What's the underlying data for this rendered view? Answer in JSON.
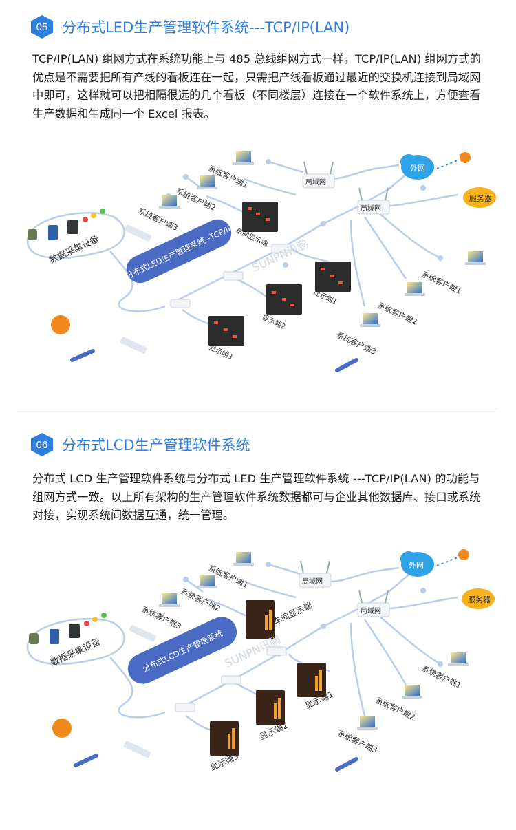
{
  "sections": [
    {
      "badge": "05",
      "title": "分布式LED生产管理软件系统---TCP/IP(LAN)",
      "paragraph": "TCP/IP(LAN) 组网方式在系统功能上与 485 总线组网方式一样，TCP/IP(LAN) 组网方式的优点是不需要把所有产线的看板连在一起，只需把产线看板通过最近的交换机连接到局域网中即可，这样就可以把相隔很远的几个看板（不同楼层）连接在一个软件系统上，方便查看生产数据和生成同一个 Excel 报表。",
      "diagram": {
        "data_collection": "数据采集设备",
        "center_system": "分布式LED生产管理系统--TCP/IP",
        "lan": "局域网",
        "internet": "外网",
        "server": "服务器",
        "workshop_display": "车间显示端",
        "watermark": "SUNPN讯鹏",
        "clients_upper": [
          "系统客户端1",
          "系统客户端2",
          "系统客户端3"
        ],
        "clients_right": [
          "系统客户端1",
          "系统客户端2",
          "系统客户端3"
        ],
        "displays": [
          "显示端1",
          "显示端2",
          "显示端3"
        ]
      }
    },
    {
      "badge": "06",
      "title": "分布式LCD生产管理软件系统",
      "paragraph": "分布式 LCD 生产管理软件系统与分布式 LED 生产管理软件系统 ---TCP/IP(LAN) 的功能与组网方式一致。以上所有架构的生产管理软件系统数据都可与企业其他数据库、接口或系统对接，实现系统间数据互通，统一管理。",
      "diagram": {
        "data_collection": "数据采集设备",
        "center_system": "分布式LCD生产管理系统",
        "lan": "局域网",
        "internet": "外网",
        "server": "服务器",
        "workshop_display": "车间显示端",
        "watermark": "SUNPN讯鹏",
        "clients_upper": [
          "系统客户端1",
          "系统客户端2",
          "系统客户端3"
        ],
        "clients_right": [
          "系统客户端1",
          "系统客户端2",
          "系统客户端3"
        ],
        "displays": [
          "显示端1",
          "显示端2",
          "显示端3"
        ]
      }
    }
  ],
  "colors": {
    "accent": "#2f7fe0",
    "pill": "#4a6bc4",
    "cloud": "#2ea3e8",
    "server": "#f6b11c",
    "gear": "#f08a1c",
    "line": "#b9cde6"
  }
}
